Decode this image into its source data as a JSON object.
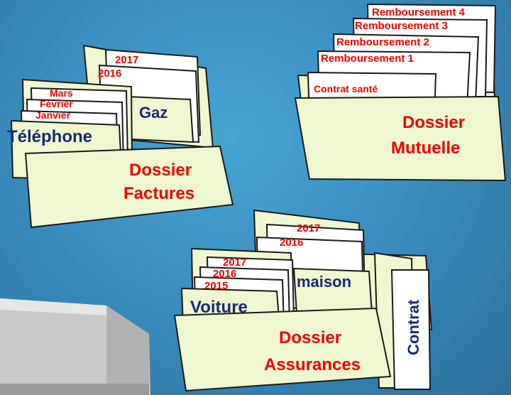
{
  "folders": {
    "factures": {
      "title_line1": "Dossier",
      "title_line2": "Factures",
      "gaz": {
        "label": "Gaz",
        "years": [
          "2017",
          "2016"
        ]
      },
      "telephone": {
        "label": "Téléphone",
        "months": [
          "Mars",
          "Février",
          "Janvier"
        ]
      }
    },
    "mutuelle": {
      "title_line1": "Dossier",
      "title_line2": "Mutuelle",
      "contrat": "Contrat santé",
      "remboursements": [
        "Remboursement 4",
        "Remboursement 3",
        "Remboursement 2",
        "Remboursement 1"
      ]
    },
    "assurances": {
      "title_line1": "Dossier",
      "title_line2": "Assurances",
      "maison": {
        "label": "maison",
        "years": [
          "2017",
          "2016"
        ]
      },
      "voiture": {
        "label": "Voiture",
        "years": [
          "2017",
          "2016",
          "2015"
        ]
      },
      "contrat": "Contrat"
    }
  },
  "colors": {
    "background": "#3b8fc0",
    "folder": "#eef7cf",
    "paper": "#ffffff",
    "folder_title": "#ee0000",
    "tab_label": "#1a2a6e",
    "stroke": "#1a1a1a"
  }
}
